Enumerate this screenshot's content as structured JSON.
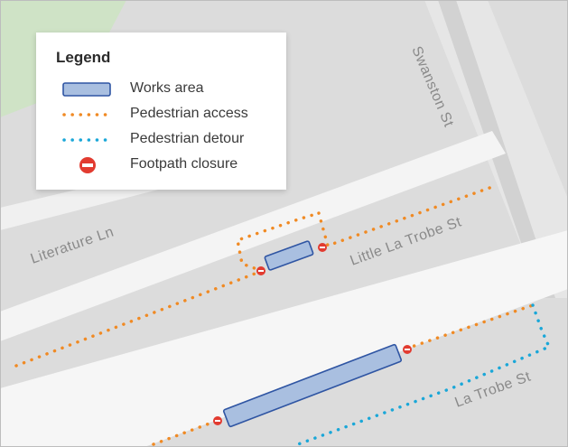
{
  "legend": {
    "title": "Legend",
    "items": [
      {
        "label": "Works area",
        "icon": "works-area-rect"
      },
      {
        "label": "Pedestrian access",
        "icon": "orange-dotted-line"
      },
      {
        "label": "Pedestrian detour",
        "icon": "blue-dotted-line"
      },
      {
        "label": "Footpath closure",
        "icon": "no-entry-icon"
      }
    ]
  },
  "streets": {
    "swanston": "Swanston St",
    "literature": "Literature Ln",
    "little_la_trobe": "Little La Trobe St",
    "la_trobe": "La Trobe St"
  },
  "colors": {
    "background": "#dcdcdc",
    "road": "#f4f4f4",
    "park": "#cfe3c6",
    "access": "#f08a24",
    "detour": "#1aa7d8",
    "works_fill": "#a9bfe0",
    "works_stroke": "#2f55a3",
    "closure": "#e23b30"
  }
}
